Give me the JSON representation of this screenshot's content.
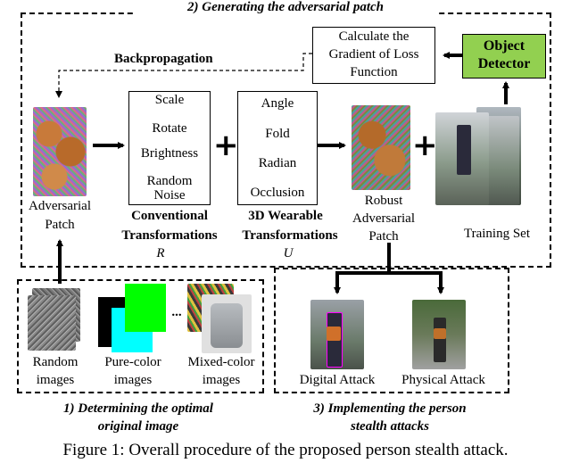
{
  "section_titles": {
    "generating": "2) Generating the adversarial patch",
    "determining_line1": "1) Determining the optimal",
    "determining_line2": "original image",
    "implementing_line1": "3) Implementing the person",
    "implementing_line2": "stealth attacks"
  },
  "loss_box": {
    "line1": "Calculate the",
    "line2": "Gradient of Loss",
    "line3": "Function"
  },
  "detector_box": {
    "line1": "Object",
    "line2": "Detector"
  },
  "backprop_label": "Backpropagation",
  "patch_label": {
    "line1": "Adversarial",
    "line2": "Patch"
  },
  "conventional_box": {
    "items": [
      "Scale",
      "Rotate",
      "Brightness",
      "Random",
      "Noise"
    ]
  },
  "conventional_label": {
    "line1": "Conventional",
    "line2": "Transformations",
    "symbol": "R"
  },
  "wearable_box": {
    "items": [
      "Angle",
      "Fold",
      "Radian",
      "Occlusion"
    ]
  },
  "wearable_label": {
    "line1": "3D Wearable",
    "line2": "Transformations",
    "symbol": "U"
  },
  "robust_label": {
    "line1": "Robust",
    "line2": "Adversarial",
    "line3": "Patch"
  },
  "training_label": "Training Set",
  "original_images": {
    "random": {
      "line1": "Random",
      "line2": "images"
    },
    "pure": {
      "line1": "Pure-color",
      "line2": "images"
    },
    "ellipsis": "...",
    "mixed": {
      "line1": "Mixed-color",
      "line2": "images"
    }
  },
  "attacks": {
    "digital": "Digital Attack",
    "physical": "Physical Attack"
  },
  "caption": "Figure 1: Overall procedure of the proposed person stealth attack.",
  "colors": {
    "detector_fill": "#92d050",
    "pure_black": "#000000",
    "pure_cyan": "#00ffff",
    "pure_green": "#00ff00",
    "noise_gray": "#8a8a8a"
  }
}
